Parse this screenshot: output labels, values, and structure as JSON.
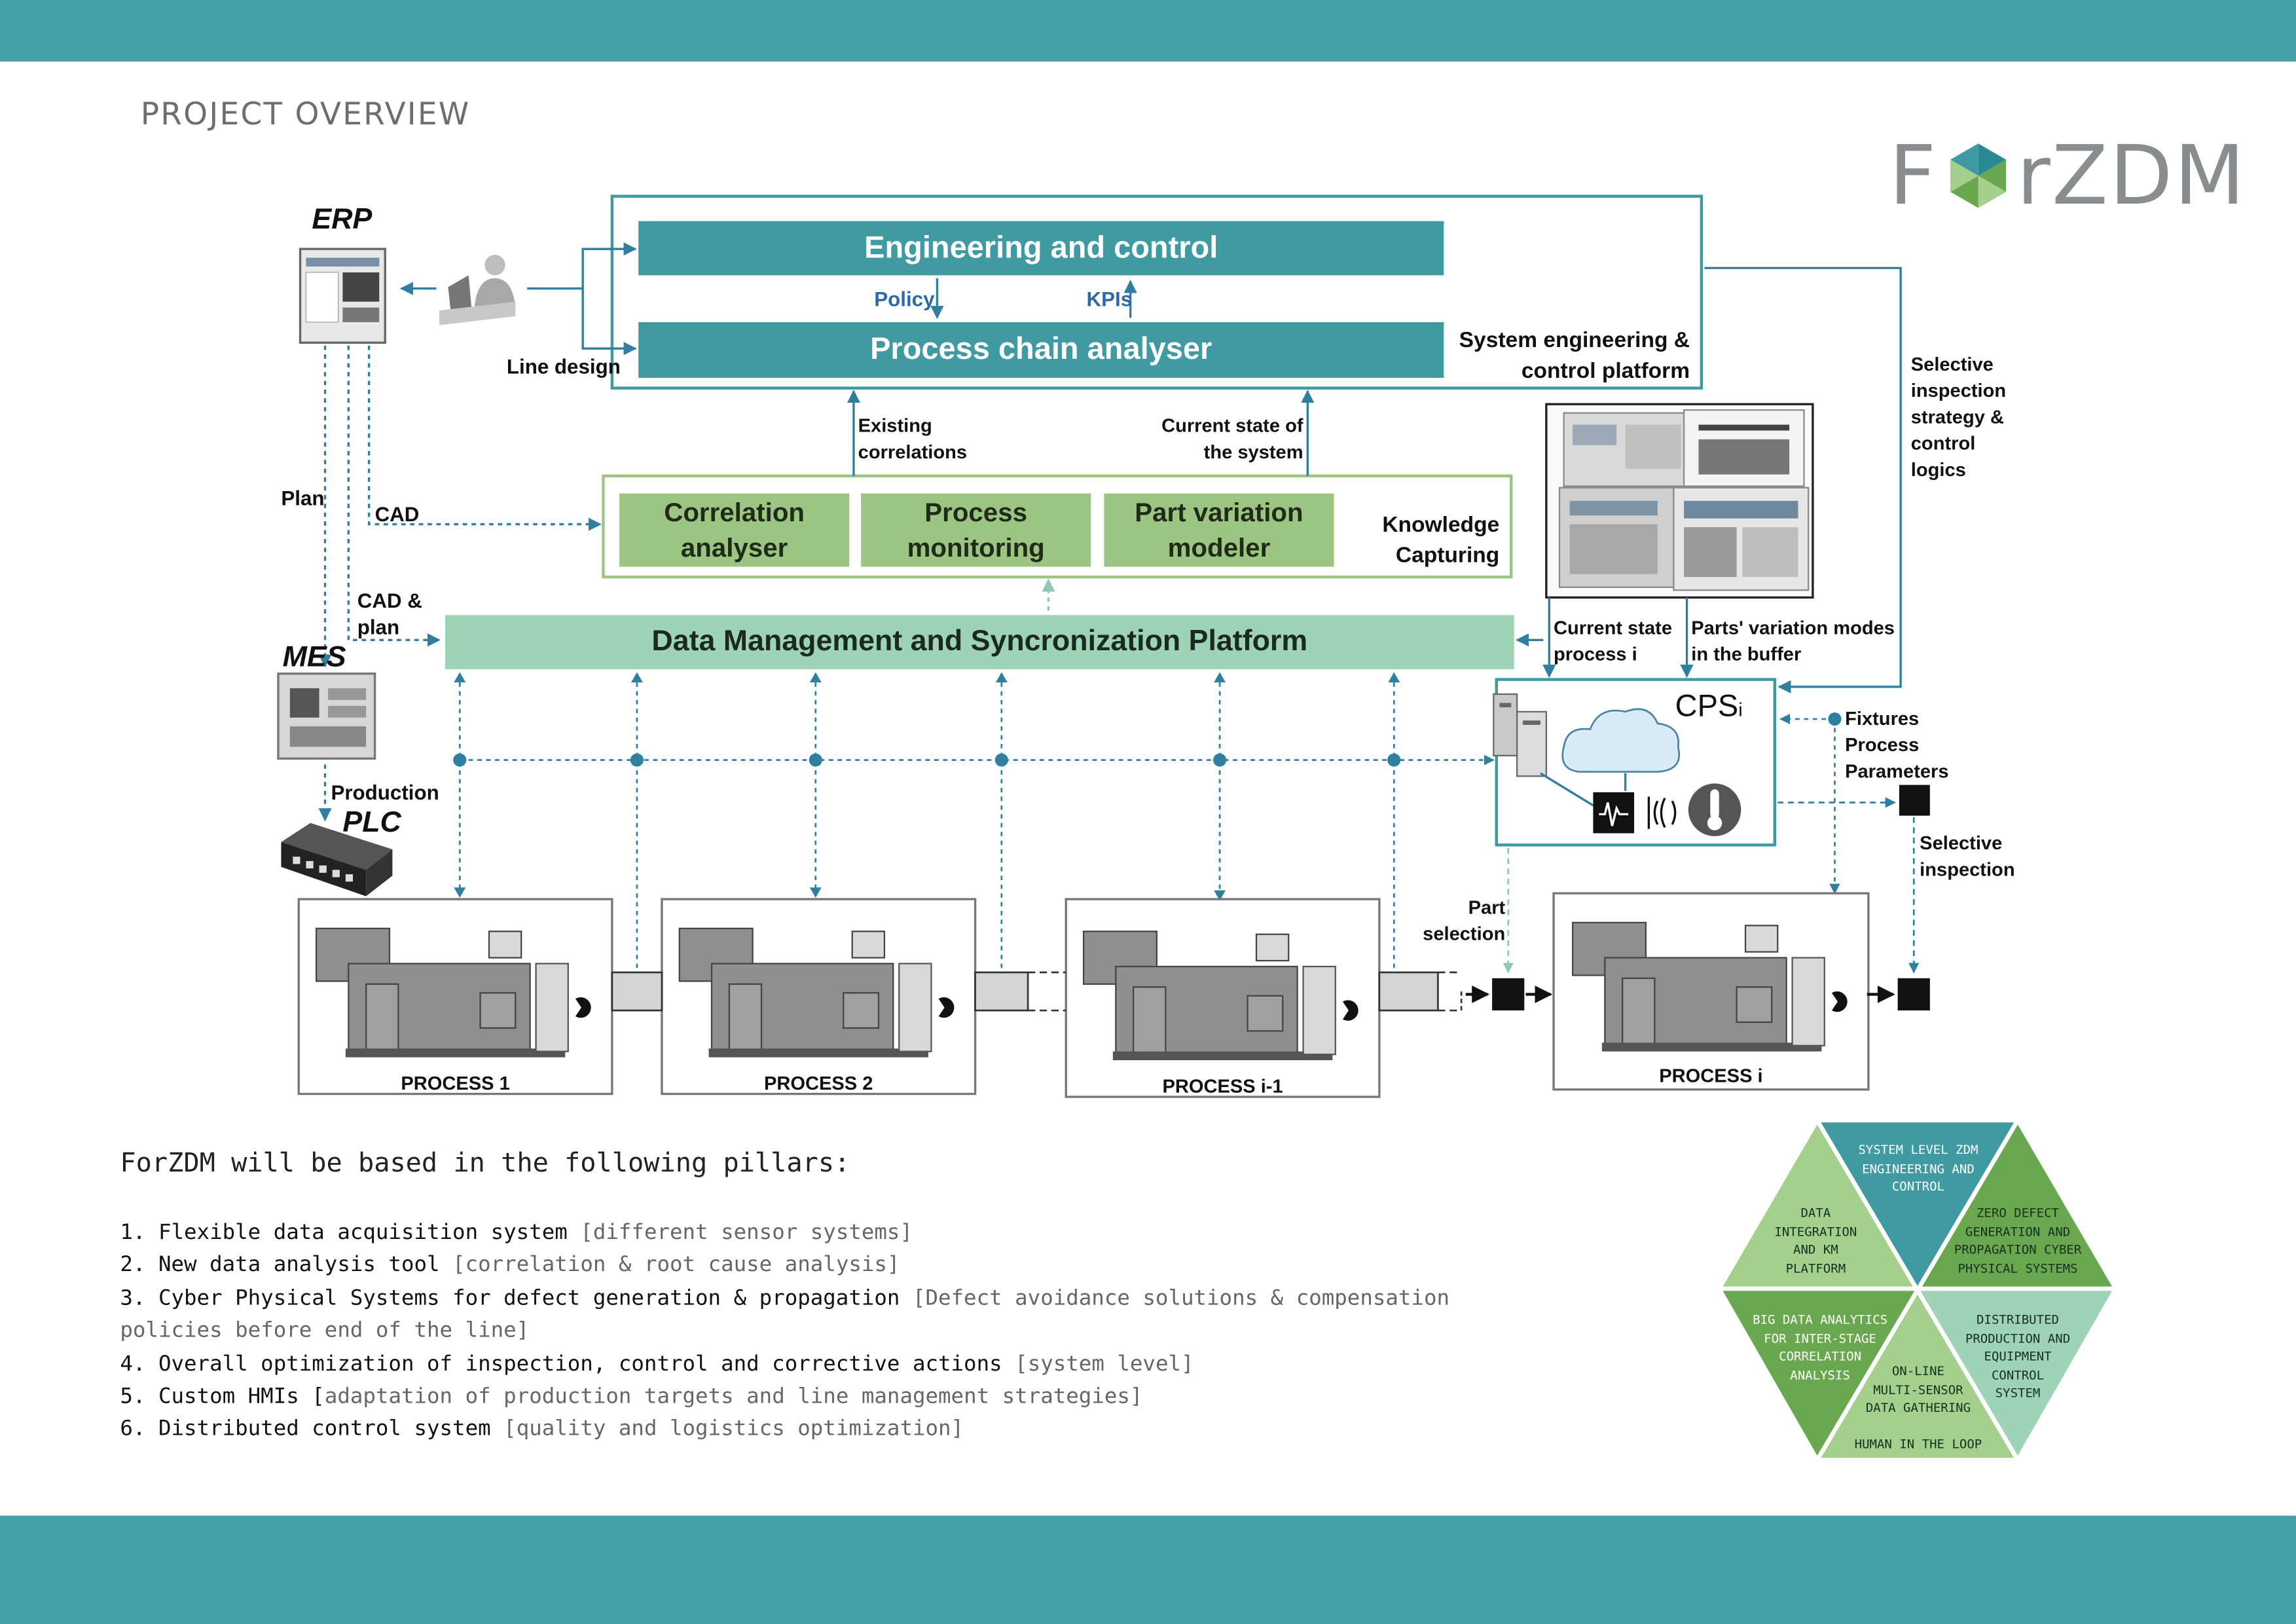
{
  "header": {
    "title": "PROJECT OVERVIEW"
  },
  "logo": {
    "text_left": "F",
    "text_right": "rZDM",
    "colors": [
      "#2a8a93",
      "#6aa84f",
      "#a4cf8d",
      "#3f9aa2"
    ]
  },
  "diagram": {
    "systems": {
      "erp": "ERP",
      "mes": "MES",
      "plc": "PLC"
    },
    "platform_top": {
      "engineering": "Engineering and control",
      "analyser": "Process chain analyser",
      "policy": "Policy",
      "kpis": "KPIs",
      "platform_label_1": "System engineering &",
      "platform_label_2": "control platform",
      "line_design": "Line design"
    },
    "knowledge": {
      "boxes": [
        {
          "l1": "Correlation",
          "l2": "analyser"
        },
        {
          "l1": "Process",
          "l2": "monitoring"
        },
        {
          "l1": "Part variation",
          "l2": "modeler"
        }
      ],
      "label_1": "Knowledge",
      "label_2": "Capturing",
      "existing_1": "Existing",
      "existing_2": "correlations",
      "current_1": "Current state of",
      "current_2": "the system"
    },
    "flows": {
      "plan": "Plan",
      "cad": "CAD",
      "cad_plan_1": "CAD &",
      "cad_plan_2": "plan",
      "production": "Production",
      "selective_1": "Selective",
      "selective_2": "inspection",
      "selective_3": "strategy &",
      "selective_4": "control",
      "selective_5": "logics",
      "current_process_1": "Current state",
      "current_process_2": "process i",
      "parts_var_1": "Parts' variation modes",
      "parts_var_2": "in the buffer",
      "fixtures_1": "Fixtures",
      "fixtures_2": "Process",
      "fixtures_3": "Parameters",
      "sel_insp_1": "Selective",
      "sel_insp_2": "inspection",
      "part_sel_1": "Part",
      "part_sel_2": "selection"
    },
    "data_platform": "Data Management and Syncronization Platform",
    "cps": {
      "name": "CPS",
      "sub": "i"
    },
    "processes": [
      "PROCESS 1",
      "PROCESS 2",
      "PROCESS i-1",
      "PROCESS i"
    ]
  },
  "pillars": {
    "intro": "ForZDM will be based in the following pillars:",
    "items": [
      {
        "strong": "1. Flexible data acquisition system ",
        "light": "[different sensor systems]"
      },
      {
        "strong": "2. New data analysis tool ",
        "light": "[correlation & root cause analysis]"
      },
      {
        "strong": "3. Cyber Physical Systems for defect generation & propagation ",
        "light": "[Defect avoidance solutions & compensation policies before end of the line]"
      },
      {
        "strong": "4. Overall optimization of inspection, control and corrective actions ",
        "light": "[system level]"
      },
      {
        "strong": "5. Custom HMIs [",
        "light": "adaptation of production targets and line management strategies]"
      },
      {
        "strong": "6. Distributed control system ",
        "light": "[quality and logistics optimization]"
      }
    ]
  },
  "hexagon": {
    "segments": [
      {
        "lines": [
          "SYSTEM LEVEL ZDM",
          "ENGINEERING AND",
          "CONTROL"
        ],
        "color": "#3f9aa2"
      },
      {
        "lines": [
          "ZERO DEFECT",
          "GENERATION AND",
          "PROPAGATION CYBER",
          "PHYSICAL SYSTEMS"
        ],
        "color": "#6aa84f"
      },
      {
        "lines": [
          "DISTRIBUTED",
          "PRODUCTION AND",
          "EQUIPMENT",
          "CONTROL",
          "SYSTEM"
        ],
        "color": "#9ed3b6"
      },
      {
        "lines": [
          "ON-LINE",
          "MULTI-SENSOR",
          "DATA GATHERING"
        ],
        "color": "#a4cf8d"
      },
      {
        "lines": [
          "HUMAN IN THE LOOP"
        ],
        "color": "#a4cf8d"
      },
      {
        "lines": [
          "BIG DATA ANALYTICS",
          "FOR INTER-STAGE",
          "CORRELATION",
          "ANALYSIS"
        ],
        "color": "#6aa84f"
      },
      {
        "lines": [
          "DATA",
          "INTEGRATION",
          "AND KM",
          "PLATFORM"
        ],
        "color": "#a4cf8d"
      }
    ]
  }
}
